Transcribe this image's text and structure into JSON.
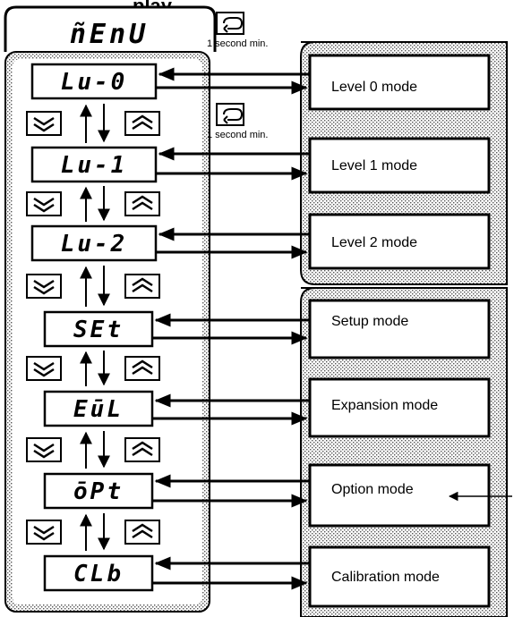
{
  "header": {
    "title_fragment": "play"
  },
  "menu": {
    "label": "ñEnU"
  },
  "key_hint": {
    "text": "1 second min."
  },
  "levels": [
    {
      "display": "Lu-0",
      "mode": "Level 0 mode"
    },
    {
      "display": "Lu-1",
      "mode": "Level 1 mode"
    },
    {
      "display": "Lu-2",
      "mode": "Level 2 mode"
    },
    {
      "display": "SEt",
      "mode": "Setup mode"
    },
    {
      "display": "EūL",
      "mode": "Expansion mode"
    },
    {
      "display": "ōPt",
      "mode": "Option mode"
    },
    {
      "display": "CLb",
      "mode": "Calibration mode"
    }
  ],
  "icons": {
    "down": "double-chevron-down-icon",
    "up": "double-chevron-up-icon",
    "mode_key": "return-key-icon"
  },
  "colors": {
    "ink": "#000000",
    "paper": "#ffffff",
    "shade": "#d9d9d9"
  }
}
